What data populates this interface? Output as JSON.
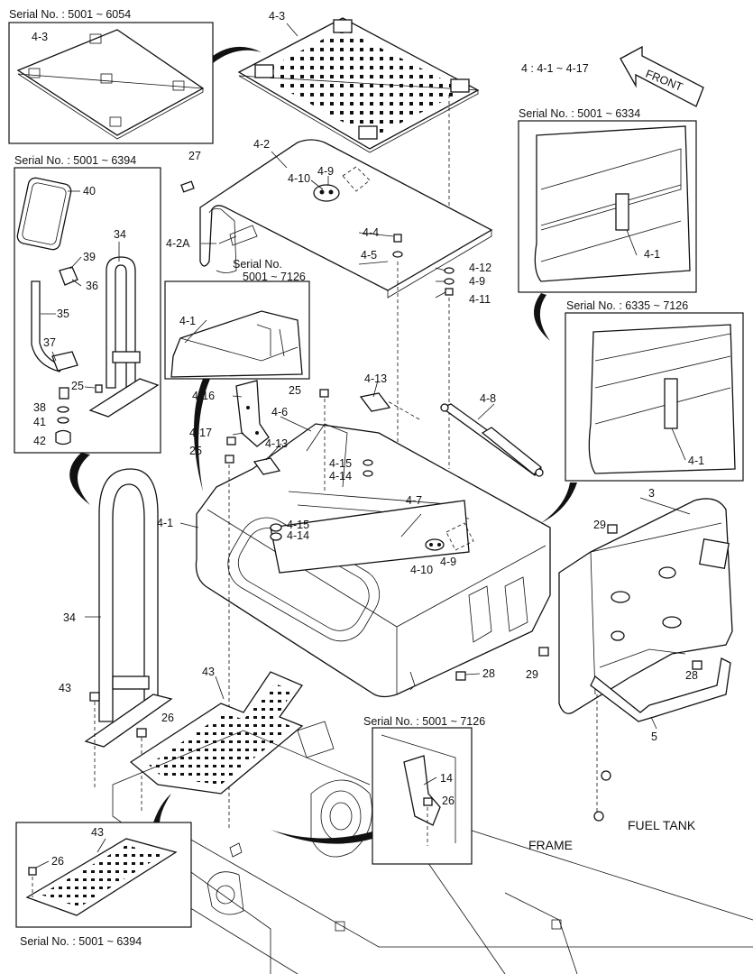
{
  "note": "4 : 4-1 ~ 4-17",
  "front_label": "FRONT",
  "fuel_tank_label": "FUEL TANK",
  "frame_label": "FRAME",
  "insets": {
    "top_left": "Serial No. : 5001 ~ 6054",
    "mirror": "Serial No. : 5001 ~ 6394",
    "right_top": "Serial No. : 5001 ~ 6334",
    "right_mid": "Serial No. : 6335 ~ 7126",
    "center_line1": "Serial No.",
    "center_line2": "5001 ~ 7126",
    "bottom_center": "Serial No. : 5001 ~ 7126",
    "bottom_left": "Serial No. : 5001 ~ 6394"
  },
  "parts": {
    "p4_3_inset": "4-3",
    "p4_3": "4-3",
    "p4_2": "4-2",
    "p27": "27",
    "p4_10_top": "4-10",
    "p4_9_top": "4-9",
    "p4_2a": "4-2A",
    "p4_4": "4-4",
    "p4_5": "4-5",
    "p4_12": "4-12",
    "p4_9_right": "4-9",
    "p4_11": "4-11",
    "p40": "40",
    "p34_inset": "34",
    "p39": "39",
    "p36": "36",
    "p35": "35",
    "p37": "37",
    "p25_inset": "25",
    "p38": "38",
    "p41": "41",
    "p42": "42",
    "p4_1_right_top": "4-1",
    "p4_1_right_mid": "4-1",
    "p4_1_center": "4-1",
    "p4_16": "4-16",
    "p25_a": "25",
    "p4_13_top": "4-13",
    "p4_8": "4-8",
    "p4_17": "4-17",
    "p4_6": "4-6",
    "p25_b": "25",
    "p4_13_left": "4-13",
    "p4_15_top": "4-15",
    "p4_14_top": "4-14",
    "p4_1_main": "4-1",
    "p4_15_bot": "4-15",
    "p4_14_bot": "4-14",
    "p4_7": "4-7",
    "p4_10_bot": "4-10",
    "p4_9_bot": "4-9",
    "p3": "3",
    "p29_top": "29",
    "p29_bot": "29",
    "p28_main": "28",
    "p28_tank": "28",
    "p5": "5",
    "p34_main": "34",
    "p43_main": "43",
    "p43_inset": "43",
    "p26_main": "26",
    "p43_left": "43",
    "p14": "14",
    "p26_inset": "26",
    "p26_left": "26"
  }
}
